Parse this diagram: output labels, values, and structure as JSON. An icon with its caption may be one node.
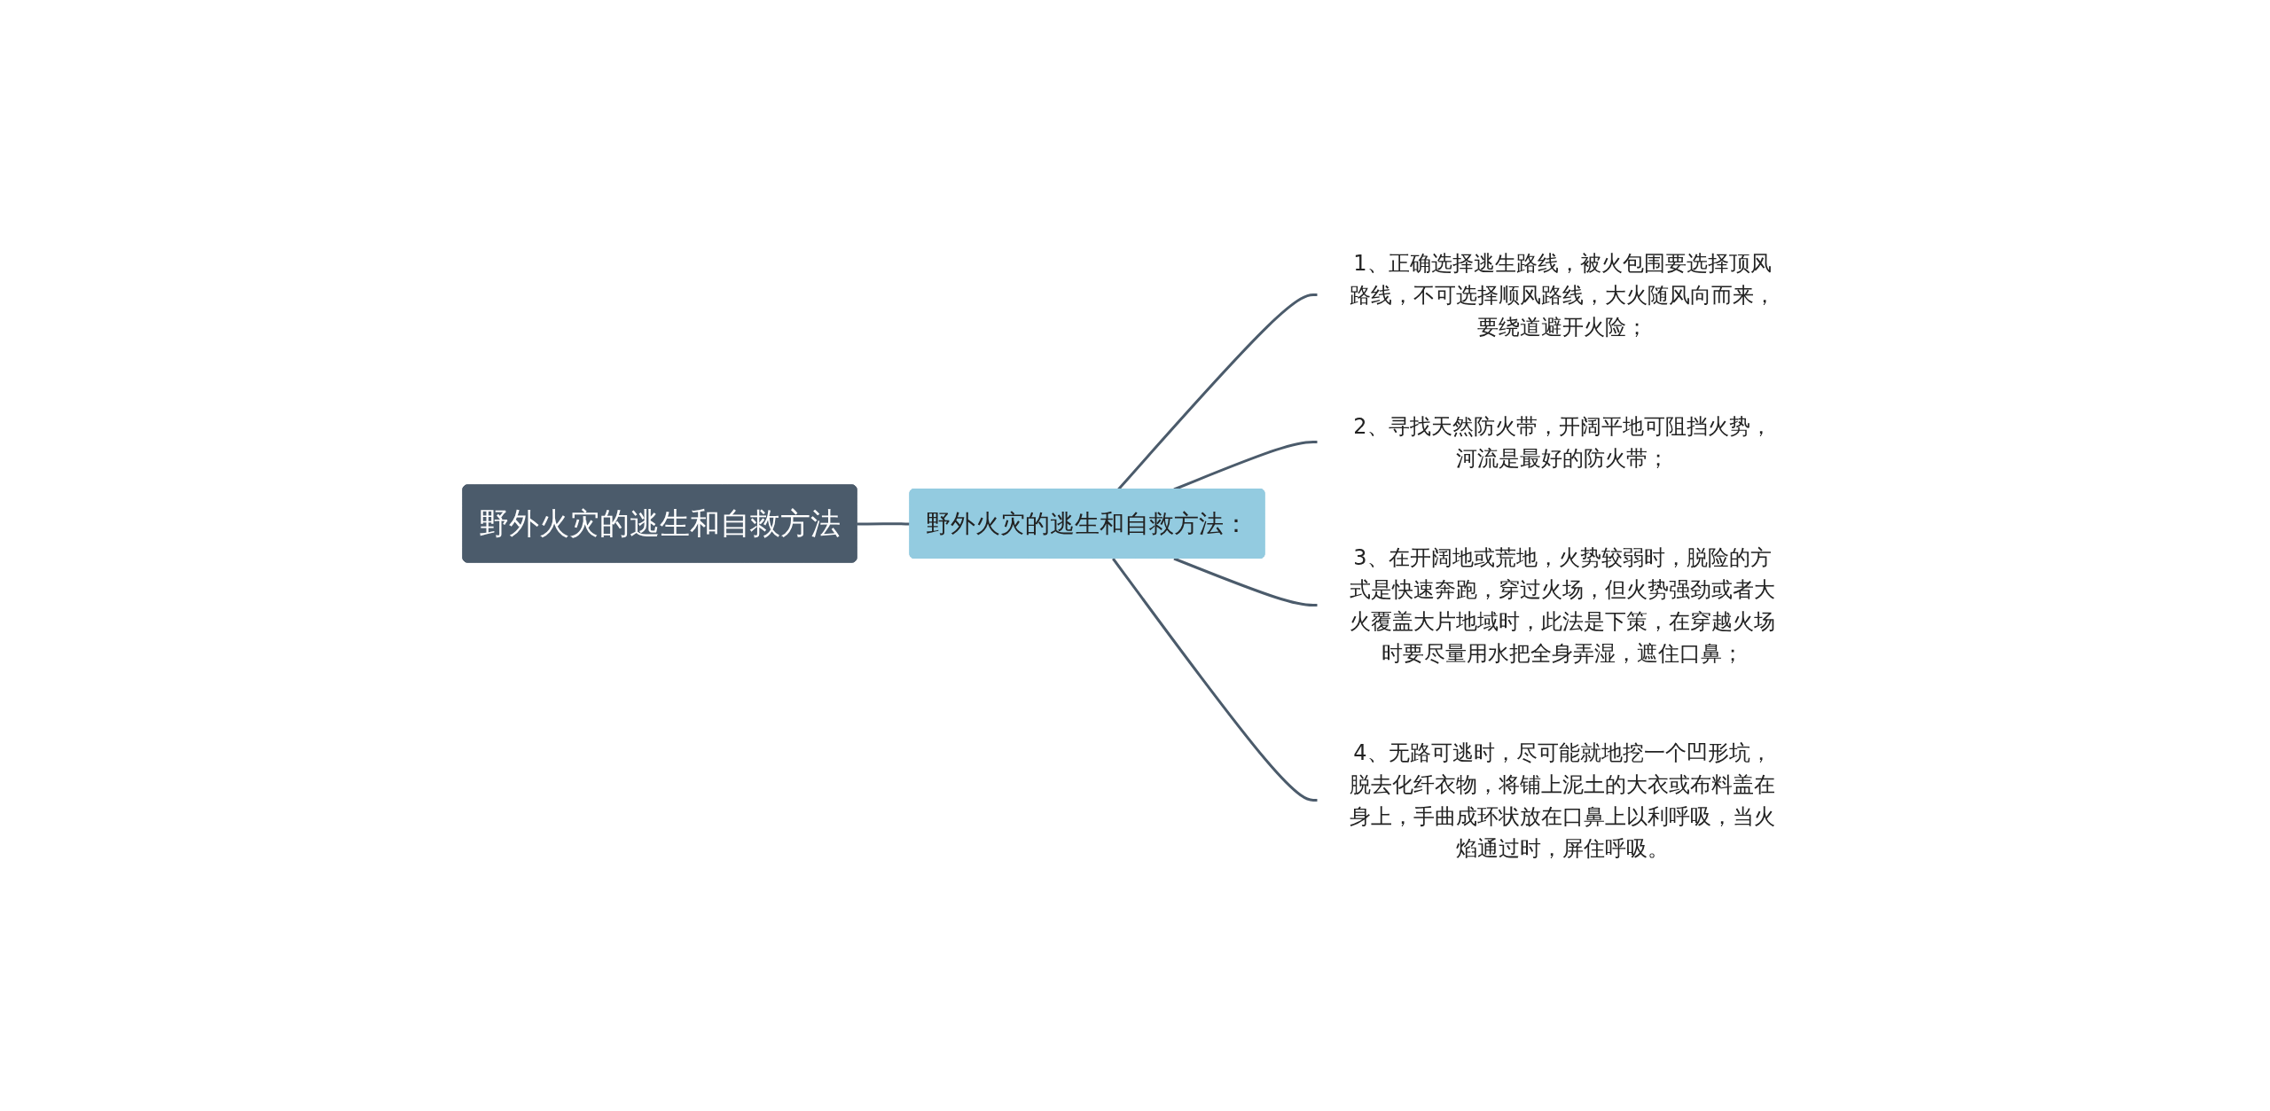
{
  "diagram": {
    "nodes": [
      {
        "text": [
          "野外火灾的逃生和自救方法"
        ]
      },
      {
        "text": [
          "野外火灾的逃生和自救方法："
        ]
      },
      {
        "text": [
          "1、正确选择逃生路线，被火包围要选择顶风路线，不可选择顺风路线，大火随风向而来，要绕道避开火险；"
        ]
      },
      {
        "text": [
          "2、寻找天然防火带，开阔平地可阻挡火势，河流是最好的防火带；"
        ]
      },
      {
        "text": [
          "3、在开阔地或荒地，火势较弱时，脱险的方式是快速奔跑，穿过火场，但火势强劲或者大火覆盖大片地域时，此法是下策，在穿越火场时要尽量用水把全身弄湿，遮住口鼻；"
        ]
      },
      {
        "text": [
          "4、无路可逃时，尽可能就地挖一个凹形坑，脱去化纤衣物，将铺上泥土的大衣或布料盖在身上，手曲成环状放在口鼻上以利呼吸，当火焰通过时，屏住呼吸。"
        ]
      }
    ],
    "edges": [
      {
        "from": 0,
        "to": 1,
        "arrow": "none"
      },
      {
        "from": 1,
        "to": 2,
        "arrow": "none"
      },
      {
        "from": 1,
        "to": 3,
        "arrow": "none"
      },
      {
        "from": 1,
        "to": 4,
        "arrow": "none"
      },
      {
        "from": 1,
        "to": 5,
        "arrow": "none"
      }
    ]
  }
}
